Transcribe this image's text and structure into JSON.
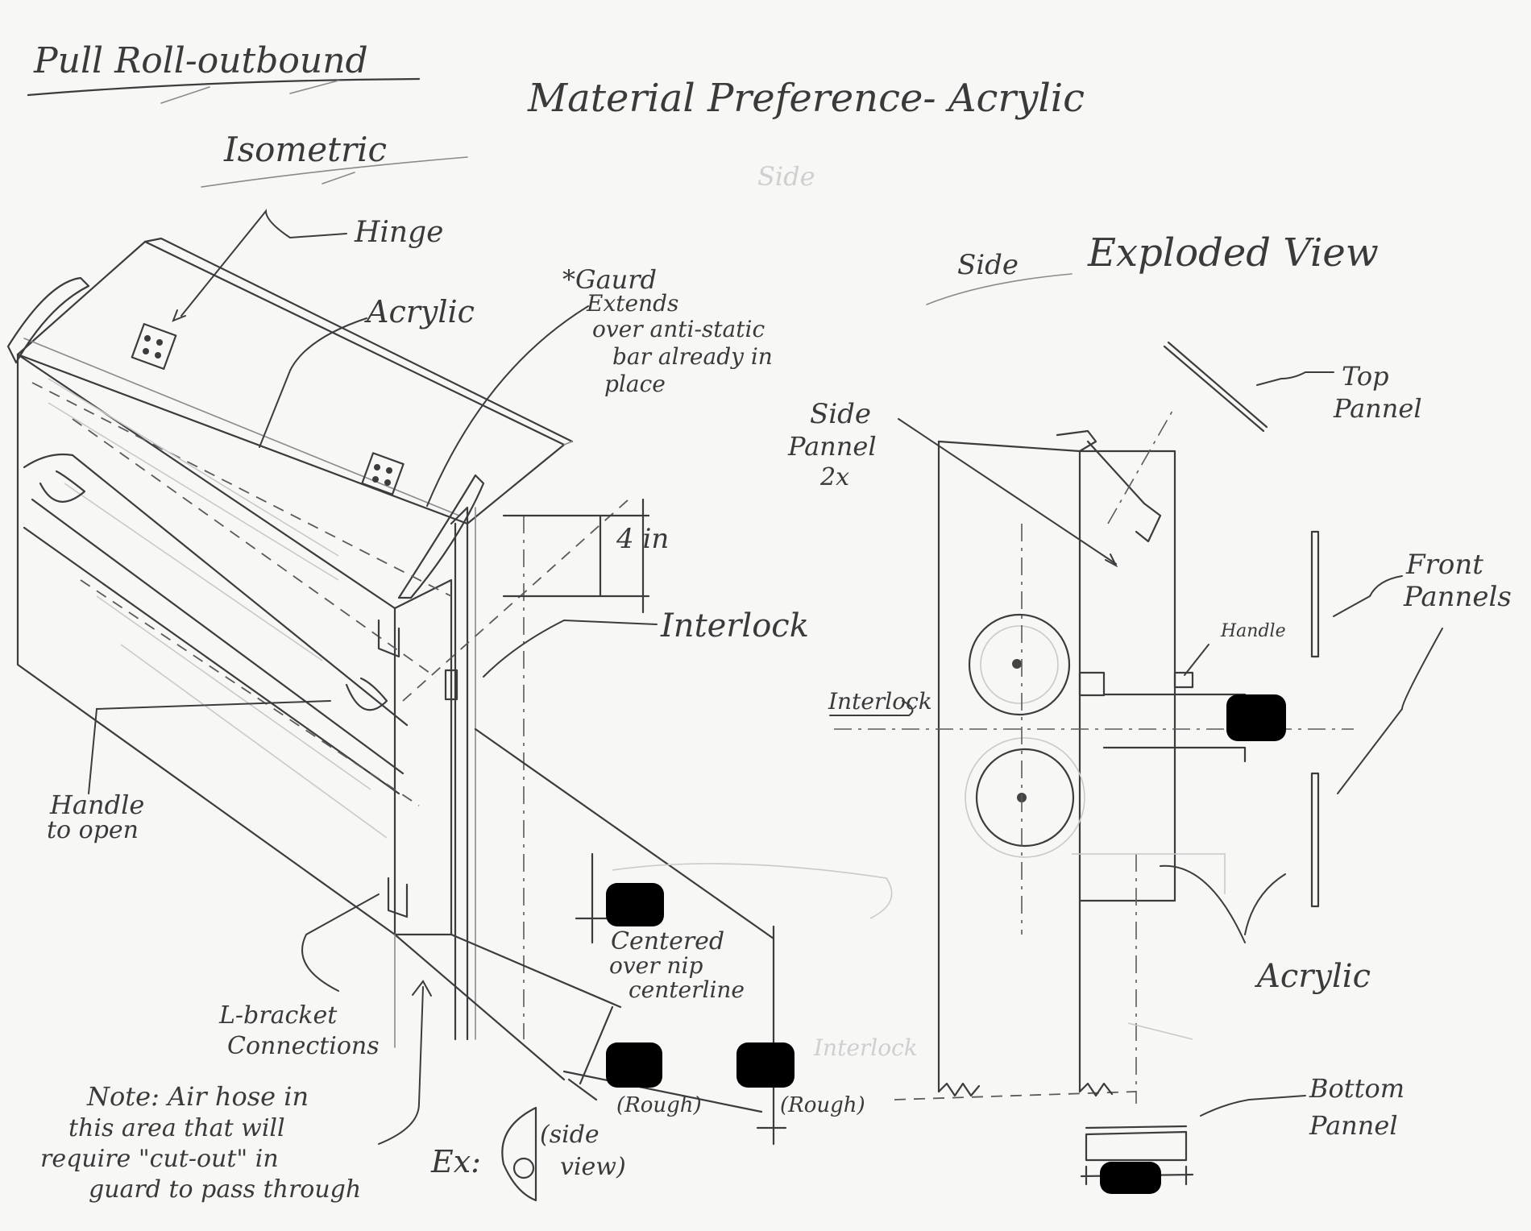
{
  "sheet": {
    "title": "Pull Roll-outbound",
    "material": "Material Preference- Acrylic",
    "faint_side": "Side",
    "faint_interlock": "Interlock"
  },
  "isometric": {
    "heading": "Isometric",
    "labels": {
      "hinge": "Hinge",
      "acrylic": "Acrylic",
      "guard_1": "*Gaurd",
      "guard_2": "Extends",
      "guard_3": "over anti-static",
      "guard_4": "bar already in",
      "guard_5": "place",
      "dim_4in": "4 in",
      "interlock": "Interlock",
      "handle_1": "Handle",
      "handle_2": "to open",
      "centered_1": "Centered",
      "centered_2": "over nip",
      "centered_3": "centerline",
      "lbracket_1": "L-bracket",
      "lbracket_2": "Connections",
      "rough_1": "(Rough)",
      "rough_2": "(Rough)",
      "note_1": "Note: Air hose in",
      "note_2": "this area that will",
      "note_3": "require \"cut-out\" in",
      "note_4": "guard to pass through",
      "ex_label": "Ex:",
      "ex_side_1": "(side",
      "ex_side_2": "view)"
    }
  },
  "exploded": {
    "side_word": "Side",
    "heading": "Exploded View",
    "labels": {
      "side_panel_1": "Side",
      "side_panel_2": "Pannel",
      "side_panel_3": "2x",
      "top_panel_1": "Top",
      "top_panel_2": "Pannel",
      "front_panels_1": "Front",
      "front_panels_2": "Pannels",
      "handle": "Handle",
      "interlock": "Interlock",
      "acrylic": "Acrylic",
      "bottom_panel_1": "Bottom",
      "bottom_panel_2": "Pannel"
    }
  }
}
